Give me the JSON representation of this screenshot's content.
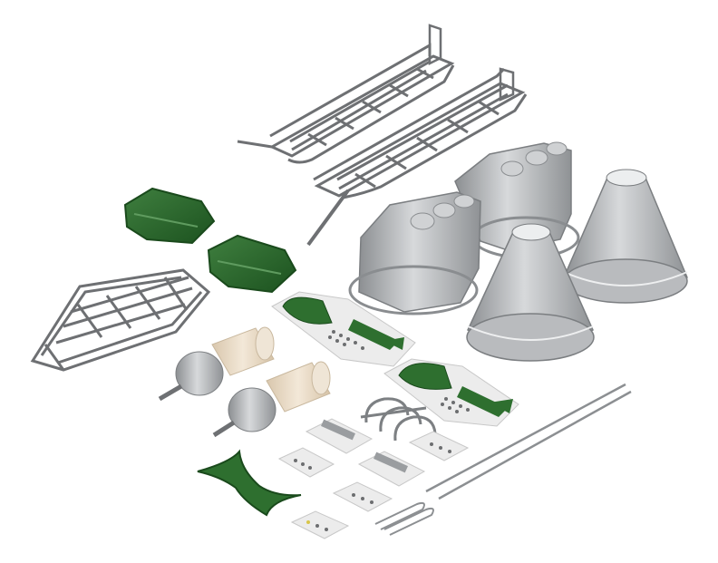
{
  "scene": {
    "background": "#ffffff",
    "palette": {
      "metal_dark": "#6e7073",
      "metal_mid": "#a9abae",
      "metal_light": "#d3d5d7",
      "green_dark": "#1f5a22",
      "green_mid": "#2e6f2f",
      "green_light": "#4f8f4f",
      "card": "#ececec",
      "mesh": "#e6d6bf"
    },
    "parts": [
      {
        "name": "rack-frame-upper",
        "icon": "frame-icon"
      },
      {
        "name": "rack-frame-middle",
        "icon": "frame-icon"
      },
      {
        "name": "rack-frame-lower",
        "icon": "frame-icon"
      },
      {
        "name": "green-tray-1",
        "icon": "tray-icon"
      },
      {
        "name": "green-tray-2",
        "icon": "tray-icon"
      },
      {
        "name": "hopper-covers-pair",
        "icon": "cover-icon"
      },
      {
        "name": "funnel-cones-pair",
        "icon": "funnel-icon"
      },
      {
        "name": "sprue-sheets-pair",
        "icon": "sprue-icon"
      },
      {
        "name": "mesh-filters-pair",
        "icon": "filter-icon"
      },
      {
        "name": "clamp-brackets",
        "icon": "clamp-icon"
      },
      {
        "name": "parts-cards-small",
        "icon": "card-icon"
      },
      {
        "name": "green-x-brace",
        "icon": "brace-icon"
      },
      {
        "name": "wire-rods",
        "icon": "rod-icon"
      },
      {
        "name": "spring-clips",
        "icon": "clip-icon"
      }
    ]
  }
}
